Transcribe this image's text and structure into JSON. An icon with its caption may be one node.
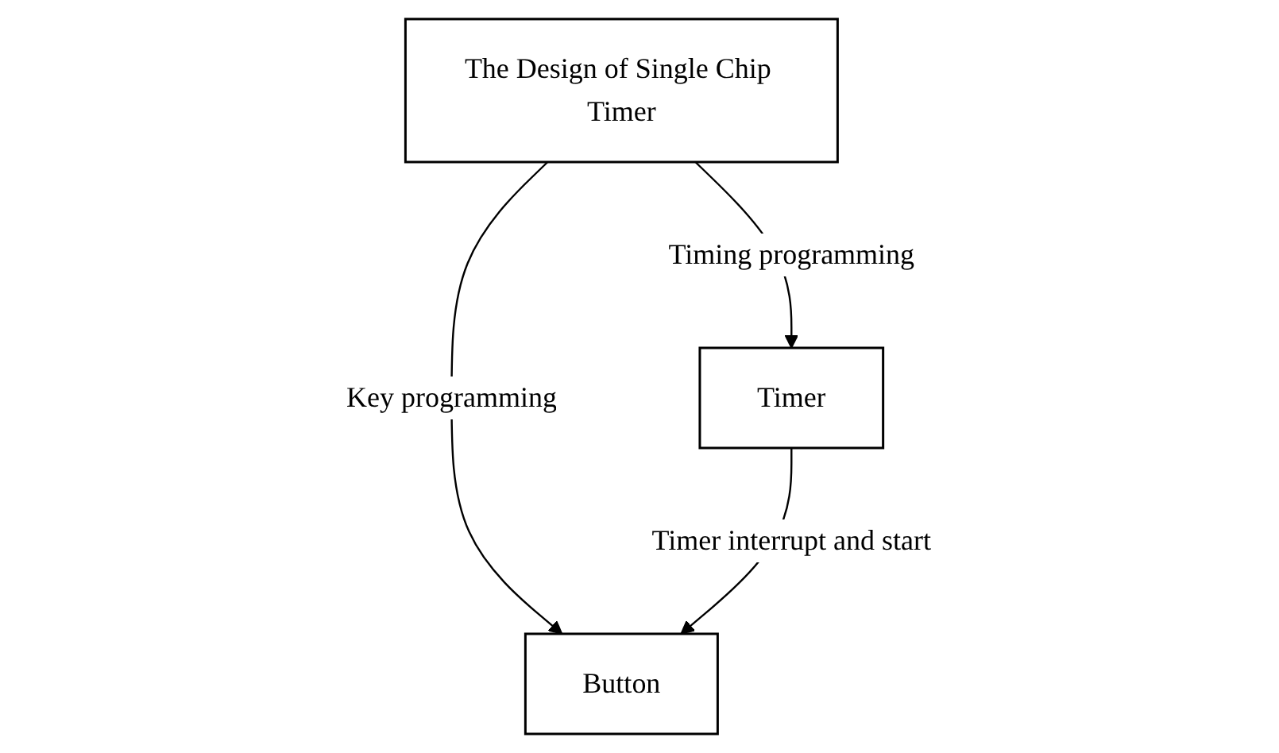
{
  "diagram": {
    "nodes": [
      {
        "text": [
          "The Design of Single Chip Timer"
        ]
      },
      {
        "text": [
          "Button"
        ]
      },
      {
        "text": [
          "Timer"
        ]
      }
    ],
    "edges": [
      {
        "from": 0,
        "to": 1,
        "label": "Key programming",
        "arrow": "to"
      },
      {
        "from": 0,
        "to": 2,
        "label": "Timing programming",
        "arrow": "to"
      },
      {
        "from": 2,
        "to": 1,
        "label": "Timer interrupt and start",
        "arrow": "to"
      }
    ]
  }
}
